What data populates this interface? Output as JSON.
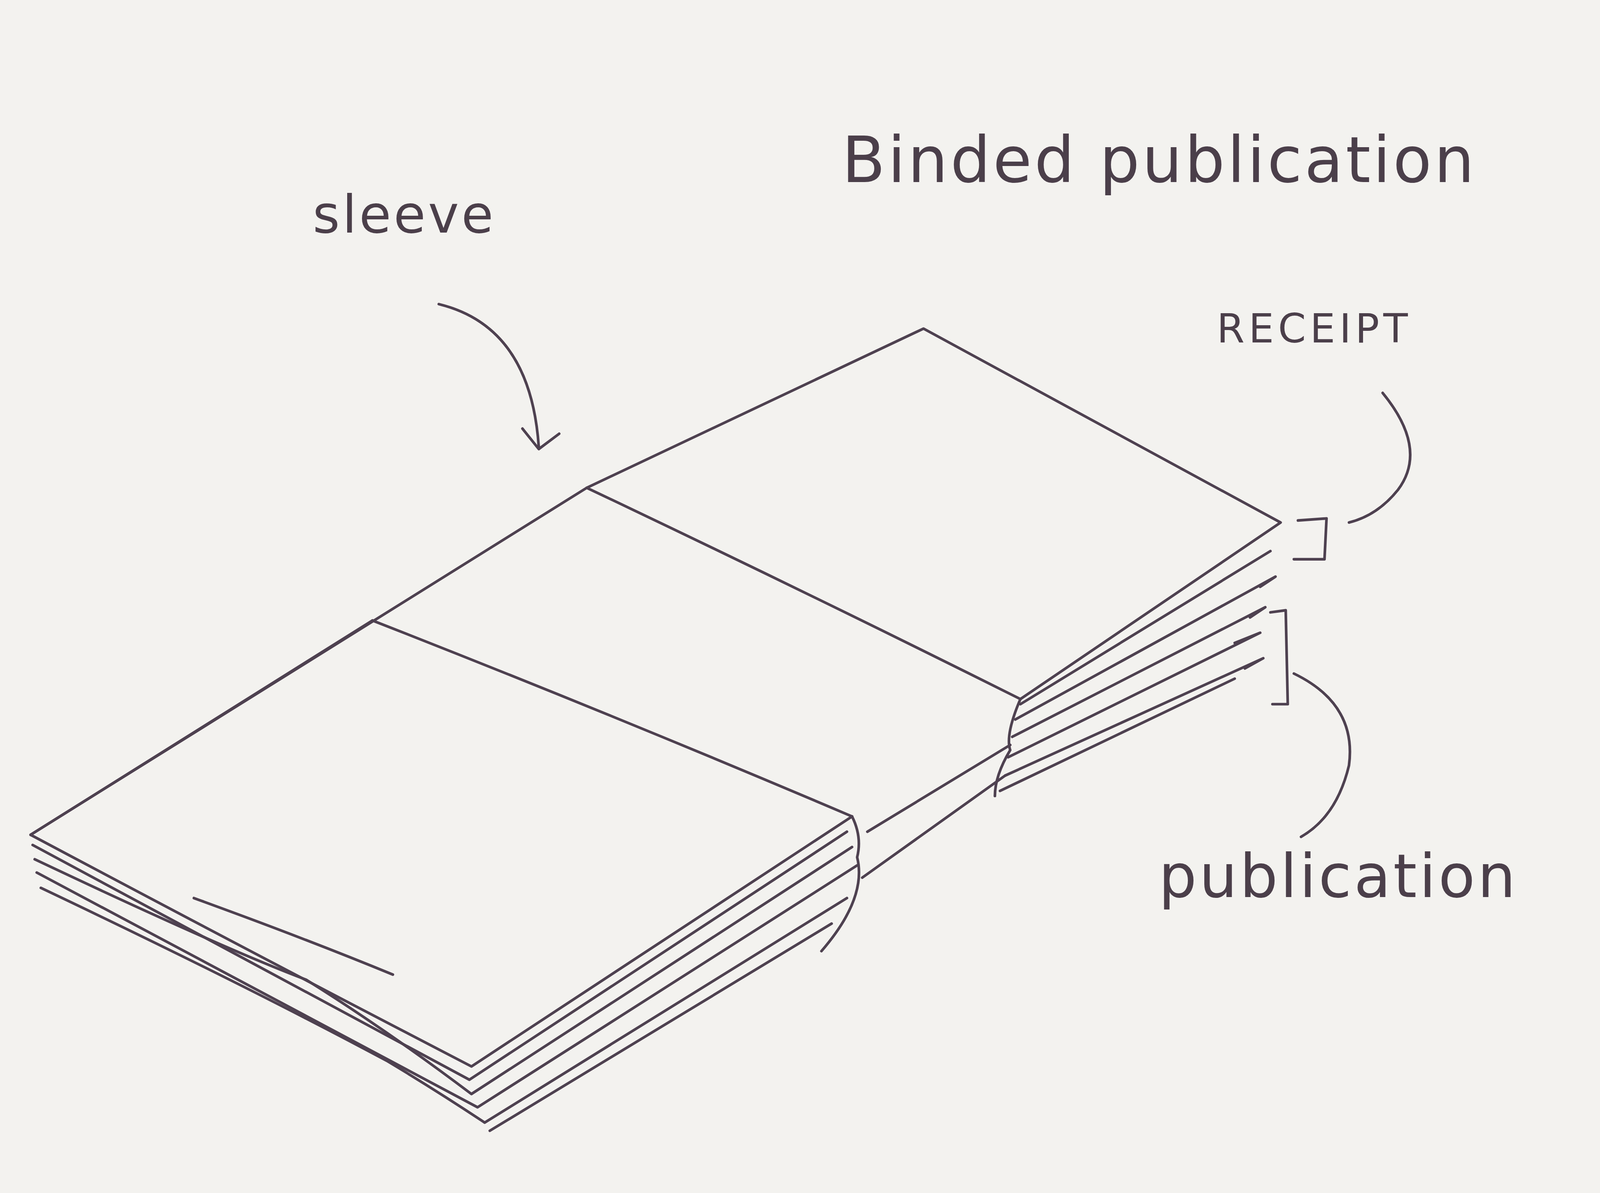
{
  "diagram": {
    "labels": [
      "Binded publication",
      "sleeve",
      "RECEIPT",
      "publication"
    ]
  }
}
